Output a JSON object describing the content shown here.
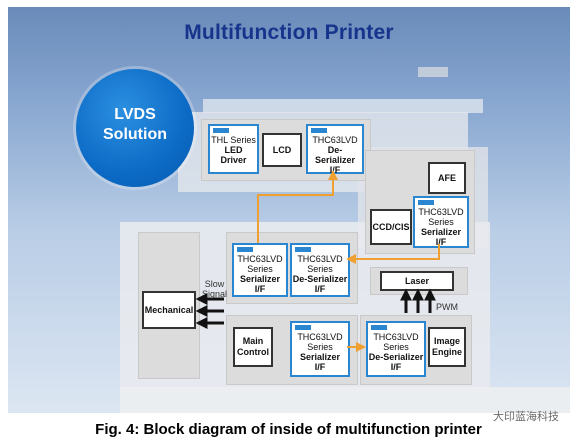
{
  "title": "Multifunction Printer",
  "badge": {
    "line1": "LVDS",
    "line2": "Solution"
  },
  "chips": {
    "thl": {
      "tag": "THine",
      "l1": "THL Series",
      "l2a": "LED",
      "l2b": "Driver"
    },
    "lcd_deser": {
      "tag": "THine",
      "l1a": "THC63LVD",
      "l1b": "De-Serializer",
      "l2": "I/F"
    },
    "afe_ser": {
      "tag": "THine",
      "l1a": "THC63LVD",
      "l1b": "Series",
      "l2a": "Serializer",
      "l2b": "I/F"
    },
    "center_ser": {
      "tag": "THine",
      "l1a": "THC63LVD",
      "l1b": "Series",
      "l2a": "Serializer",
      "l2b": "I/F"
    },
    "center_deser": {
      "tag": "THine",
      "l1a": "THC63LVD",
      "l1b": "Series",
      "l2a": "De-Serializer",
      "l2b": "I/F"
    },
    "main_ser": {
      "tag": "THine",
      "l1a": "THC63LVD",
      "l1b": "Series",
      "l2a": "Serializer",
      "l2b": "I/F"
    },
    "engine_deser": {
      "tag": "THine",
      "l1a": "THC63LVD",
      "l1b": "Series",
      "l2a": "De-Serializer",
      "l2b": "I/F"
    }
  },
  "boxes": {
    "lcd": "LCD",
    "afe": "AFE",
    "ccd": "CCD/CIS",
    "laser": "Laser",
    "mechanical": "Mechanical",
    "main_control_a": "Main",
    "main_control_b": "Control",
    "image_engine_a": "Image",
    "image_engine_b": "Engine"
  },
  "labels": {
    "slow_a": "Slow",
    "slow_b": "Signal",
    "pwm": "PWM"
  },
  "caption": "Fig. 4: Block diagram of inside of multifunction printer",
  "watermark": "大印蓝海科技",
  "colors": {
    "chip_border": "#2a86d1",
    "arrow": "#f0a030",
    "badge": "#0c6bc6",
    "title": "#16348c"
  }
}
